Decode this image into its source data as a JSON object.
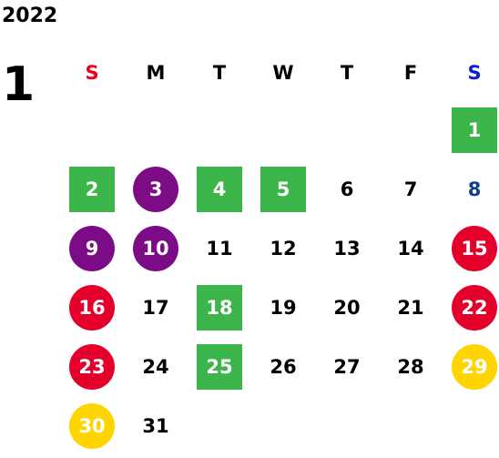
{
  "calendar": {
    "year": "2022",
    "month": "1",
    "weekdays": [
      {
        "label": "S",
        "color": "#e8001c"
      },
      {
        "label": "M",
        "color": "#000000"
      },
      {
        "label": "T",
        "color": "#000000"
      },
      {
        "label": "W",
        "color": "#000000"
      },
      {
        "label": "T",
        "color": "#000000"
      },
      {
        "label": "F",
        "color": "#000000"
      },
      {
        "label": "S",
        "color": "#0a1fd6"
      }
    ],
    "first_weekday_index": 6,
    "days": [
      {
        "label": "1",
        "style": "green"
      },
      {
        "label": "2",
        "style": "green"
      },
      {
        "label": "3",
        "style": "purple"
      },
      {
        "label": "4",
        "style": "green"
      },
      {
        "label": "5",
        "style": "green"
      },
      {
        "label": "6",
        "style": "plain"
      },
      {
        "label": "7",
        "style": "plain"
      },
      {
        "label": "8",
        "style": "blue-text"
      },
      {
        "label": "9",
        "style": "purple"
      },
      {
        "label": "10",
        "style": "purple"
      },
      {
        "label": "11",
        "style": "plain"
      },
      {
        "label": "12",
        "style": "plain"
      },
      {
        "label": "13",
        "style": "plain"
      },
      {
        "label": "14",
        "style": "plain"
      },
      {
        "label": "15",
        "style": "red"
      },
      {
        "label": "16",
        "style": "red"
      },
      {
        "label": "17",
        "style": "plain"
      },
      {
        "label": "18",
        "style": "green"
      },
      {
        "label": "19",
        "style": "plain"
      },
      {
        "label": "20",
        "style": "plain"
      },
      {
        "label": "21",
        "style": "plain"
      },
      {
        "label": "22",
        "style": "red"
      },
      {
        "label": "23",
        "style": "red"
      },
      {
        "label": "24",
        "style": "plain"
      },
      {
        "label": "25",
        "style": "green"
      },
      {
        "label": "26",
        "style": "plain"
      },
      {
        "label": "27",
        "style": "plain"
      },
      {
        "label": "28",
        "style": "plain"
      },
      {
        "label": "29",
        "style": "yellow"
      },
      {
        "label": "30",
        "style": "yellow"
      },
      {
        "label": "31",
        "style": "plain"
      }
    ]
  },
  "colors": {
    "green": "#3cb54a",
    "purple": "#7b0c85",
    "red": "#e4002b",
    "yellow": "#ffd500",
    "blue_text": "#123f8c",
    "text": "#000000",
    "on_fill": "#ffffff"
  }
}
